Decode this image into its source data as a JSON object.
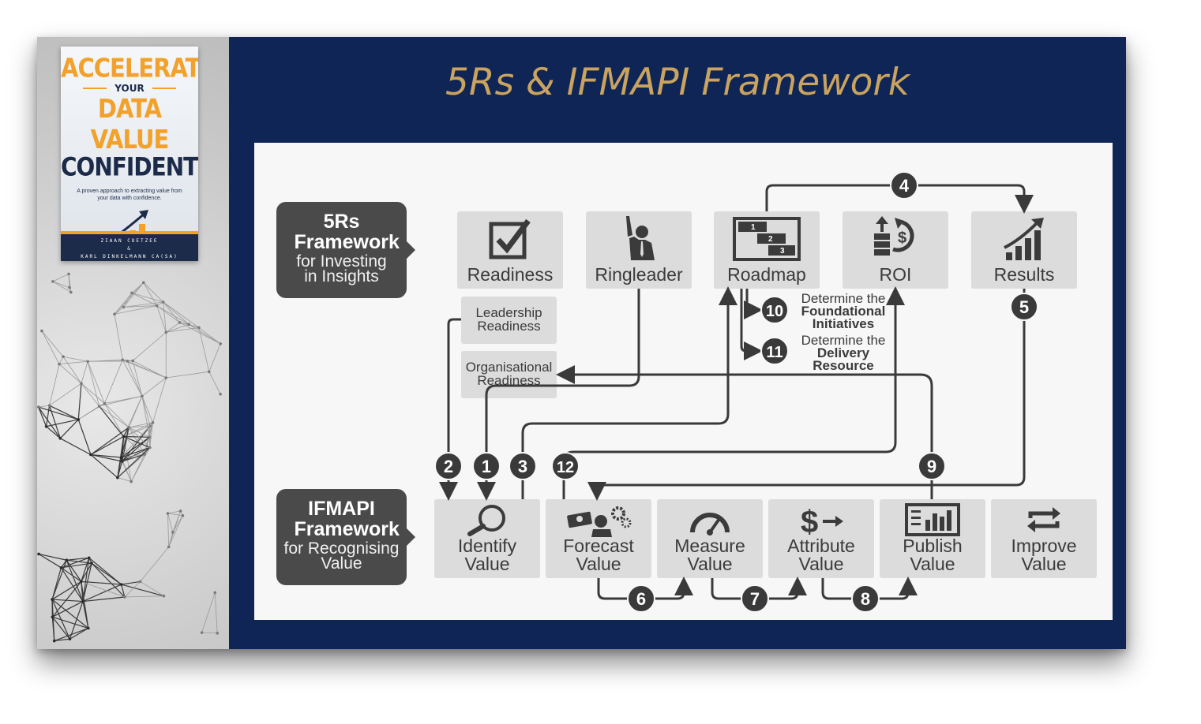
{
  "book": {
    "line1": "ACCELERATE",
    "line2": "YOUR",
    "line3": "DATA VALUE",
    "line4": "CONFIDENTLY",
    "subtitle": "A proven approach to extracting value from your data with confidence.",
    "author1": "ZIAAN COETZEE",
    "author_sep": "&",
    "author2": "KARL DINKELMANN CA(SA)"
  },
  "slide": {
    "title": "5Rs & IFMAPI Framework"
  },
  "rs_framework": {
    "title": "5Rs Framework",
    "subtitle": "for Investing in Insights",
    "cards": [
      {
        "label": "Readiness",
        "icon": "checkbox-icon"
      },
      {
        "label": "Ringleader",
        "icon": "leader-icon"
      },
      {
        "label": "Roadmap",
        "icon": "roadmap-icon"
      },
      {
        "label": "ROI",
        "icon": "roi-icon"
      },
      {
        "label": "Results",
        "icon": "growth-chart-icon"
      }
    ],
    "sub_readiness": [
      "Leadership Readiness",
      "Organisational Readiness"
    ],
    "determine": [
      {
        "line1": "Determine the",
        "bold": "Foundational Initiatives"
      },
      {
        "line1": "Determine the",
        "bold": "Delivery Resource"
      }
    ]
  },
  "ifmapi_framework": {
    "title": "IFMAPI Framework",
    "subtitle": "for Recognising Value",
    "cards": [
      {
        "label": "Identify Value",
        "icon": "magnifier-icon"
      },
      {
        "label": "Forecast Value",
        "icon": "money-gears-icon"
      },
      {
        "label": "Measure Value",
        "icon": "gauge-icon"
      },
      {
        "label": "Attribute Value",
        "icon": "dollar-arrow-icon"
      },
      {
        "label": "Publish Value",
        "icon": "dashboard-icon"
      },
      {
        "label": "Improve Value",
        "icon": "cycle-arrows-icon"
      }
    ]
  },
  "steps": [
    "1",
    "2",
    "3",
    "4",
    "5",
    "6",
    "7",
    "8",
    "9",
    "10",
    "11",
    "12"
  ],
  "colors": {
    "navy": "#0e2556",
    "gold": "#c9a35f",
    "orange": "#f2a12a",
    "dark": "#3b3b3b",
    "card": "#dcdcdc",
    "badge": "#3a3a3a"
  }
}
